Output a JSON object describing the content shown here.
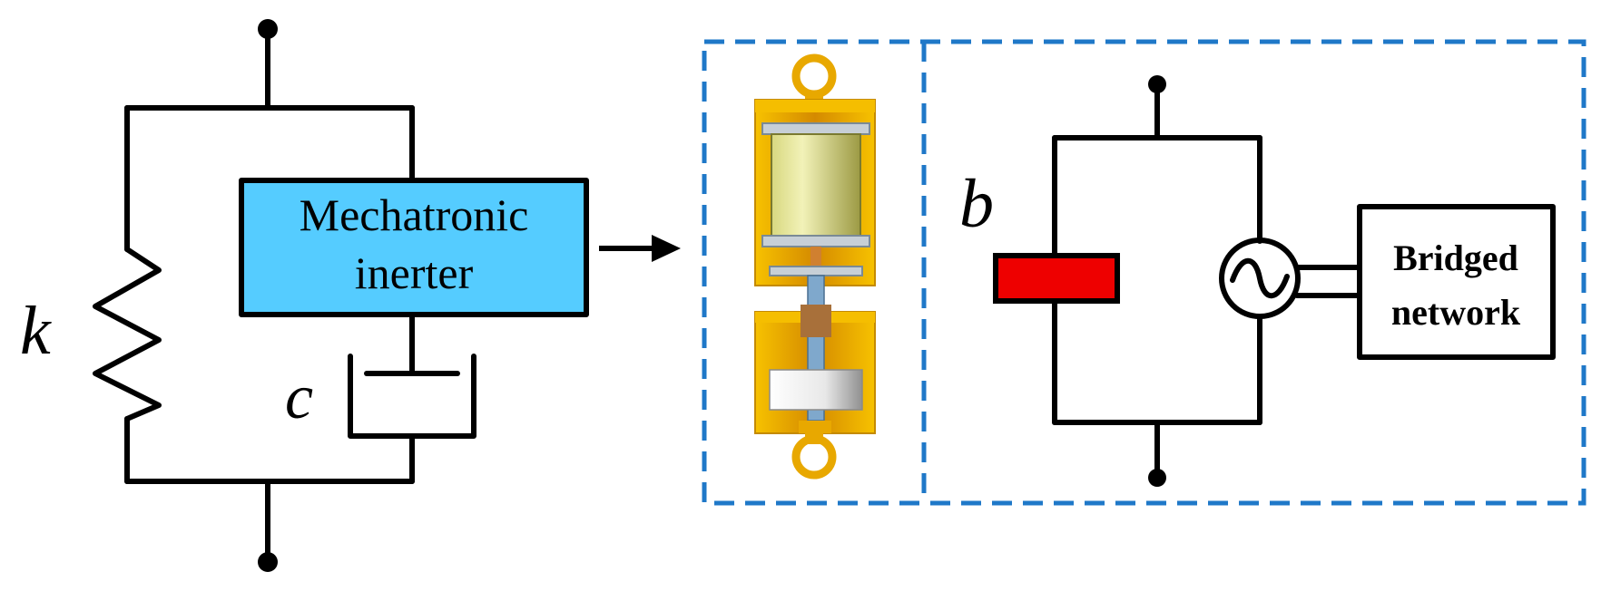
{
  "left_model": {
    "spring_symbol": "k",
    "damper_symbol": "c",
    "inerter_box": {
      "line1": "Mechatronic",
      "line2": "inerter",
      "fill": "#55ccff"
    }
  },
  "right_model": {
    "inerter_symbol": "b",
    "inerter_plate_color": "#ee0000",
    "network_box": {
      "line1": "Bridged",
      "line2": "network"
    }
  },
  "colors": {
    "stroke": "#000000",
    "dashed_frame": "#1f78c8",
    "device_housing": "#f2b400",
    "device_motor": "#e8e89a"
  }
}
